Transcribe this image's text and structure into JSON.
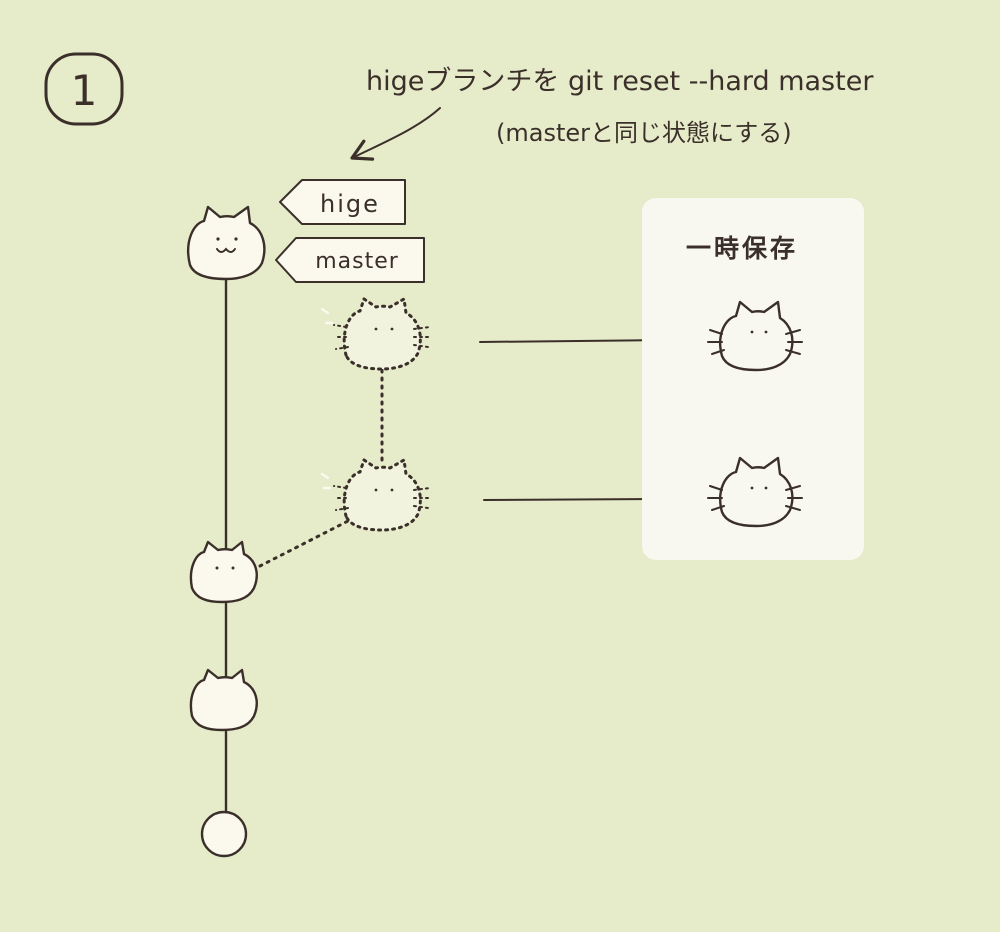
{
  "step_number": "1",
  "caption": {
    "line1": "higeブランチを git reset --hard master",
    "line2": "(masterと同じ状態にする)"
  },
  "branch_labels": {
    "hige": "hige",
    "master": "master"
  },
  "stash_box": {
    "title": "一時保存"
  },
  "colors": {
    "background": "#e6ecca",
    "ink": "#3b2f2a",
    "cat_fill": "#fbf8ee",
    "panel_fill": "#f8f8f1"
  },
  "icons": {
    "commit": "cat-face-icon",
    "stashed_commit": "cat-whiskers-icon",
    "root": "circle-icon"
  }
}
